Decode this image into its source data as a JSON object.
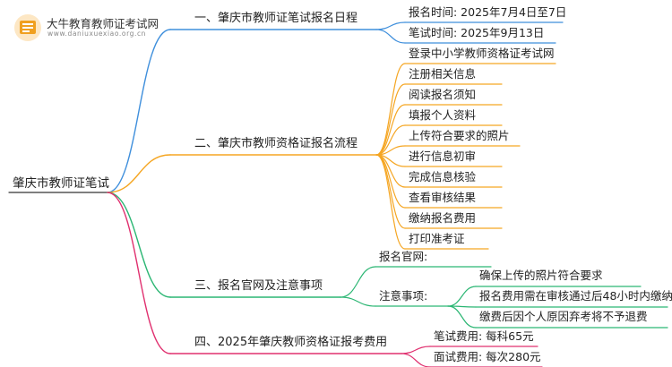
{
  "brand": {
    "title": "大牛教育教师证考试网",
    "url": "www.daniuxuexiao.org.cn",
    "logo_icon": "book-logo-icon"
  },
  "root": {
    "label": "肇庆市教师证笔试"
  },
  "branches": [
    {
      "label": "一、肇庆市教师证笔试报名日程",
      "color": "#3f8fdc",
      "children": [
        {
          "label": "报名时间: 2025年7月4日至7日"
        },
        {
          "label": "笔试时间: 2025年9月13日"
        }
      ]
    },
    {
      "label": "二、肇庆市教师资格证报名流程",
      "color": "#f5a623",
      "children": [
        {
          "label": "登录中小学教师资格证考试网"
        },
        {
          "label": "注册相关信息"
        },
        {
          "label": "阅读报名须知"
        },
        {
          "label": "填报个人资料"
        },
        {
          "label": "上传符合要求的照片"
        },
        {
          "label": "进行信息初审"
        },
        {
          "label": "完成信息核验"
        },
        {
          "label": "查看审核结果"
        },
        {
          "label": "缴纳报名费用"
        },
        {
          "label": "打印准考证"
        }
      ]
    },
    {
      "label": "三、报名官网及注意事项",
      "color": "#2bb673",
      "children": [
        {
          "label": "报名官网:"
        },
        {
          "label": "注意事项:",
          "children": [
            {
              "label": "确保上传的照片符合要求"
            },
            {
              "label": "报名费用需在审核通过后48小时内缴纳"
            },
            {
              "label": "缴费后因个人原因弃考将不予退费"
            }
          ]
        }
      ]
    },
    {
      "label": "四、2025年肇庆教师资格证报考费用",
      "color": "#e0306f",
      "children": [
        {
          "label": "笔试费用: 每科65元"
        },
        {
          "label": "面试费用: 每次280元"
        }
      ]
    }
  ]
}
